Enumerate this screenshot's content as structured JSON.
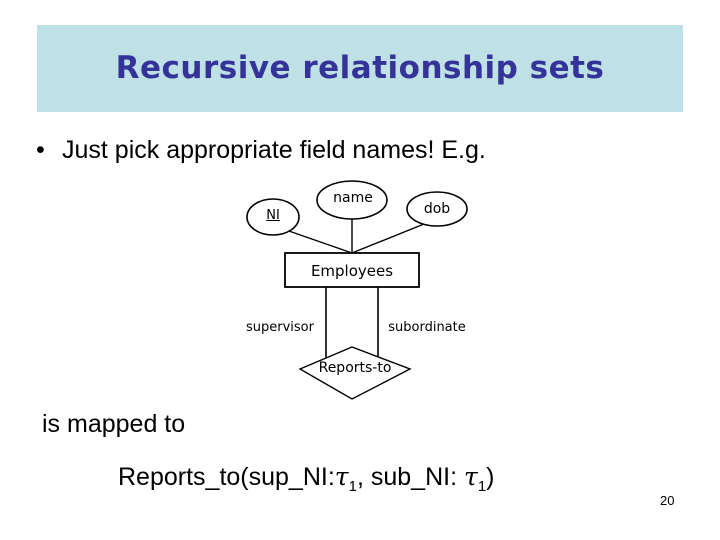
{
  "slide": {
    "page_number": "20",
    "background_color": "#ffffff"
  },
  "title": {
    "text": "Recursive relationship sets",
    "banner_color": "#bfe0e4",
    "text_color": "#333399"
  },
  "bullet": {
    "marker": "•",
    "text": "Just pick appropriate field names! E.g."
  },
  "er_diagram": {
    "attributes": [
      {
        "name": "NI",
        "label": "NI",
        "underlined": true,
        "shape": "ellipse"
      },
      {
        "name": "name",
        "label": "name",
        "underlined": false,
        "shape": "ellipse"
      },
      {
        "name": "dob",
        "label": "dob",
        "underlined": false,
        "shape": "ellipse"
      }
    ],
    "entity": {
      "label": "Employees",
      "shape": "rectangle"
    },
    "relationship": {
      "label": "Reports-to",
      "shape": "diamond"
    },
    "roles": [
      {
        "label": "supervisor"
      },
      {
        "label": "subordinate"
      }
    ],
    "stroke_color": "#000000"
  },
  "body": {
    "mapped_text": "is mapped to",
    "relation_prefix": "Reports_to(sup_NI:",
    "relation_tau_1": "τ",
    "relation_sub_1": "1",
    "relation_middle": ", sub_NI: ",
    "relation_tau_2": "τ",
    "relation_sub_2": "1",
    "relation_suffix": ")"
  }
}
